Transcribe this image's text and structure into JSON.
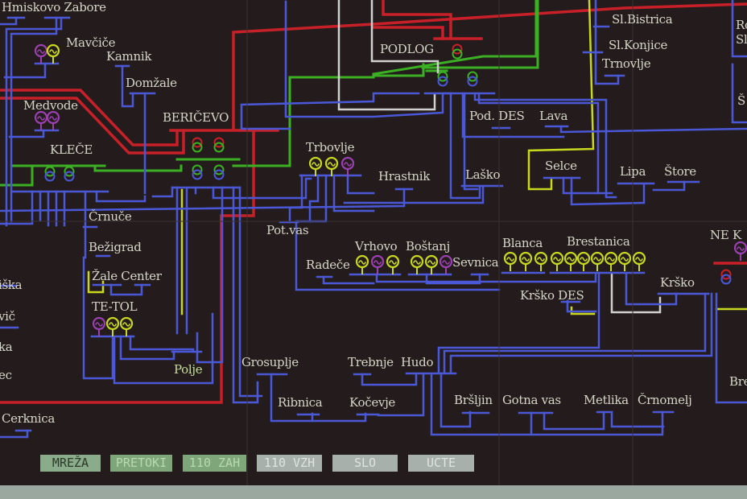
{
  "colors": {
    "background": "#241c1c",
    "line_110kv": "#4a58d8",
    "line_400kv": "#c82028",
    "line_220kv": "#3cb024",
    "generator_hydro": "#c8d820",
    "generator_thermal": "#9a40b0",
    "line_white": "#d0d0d0",
    "label": "#d6d6c8"
  },
  "stations": {
    "top_left": "Hmiskovo Zabore",
    "mavcice": "Mavčiče",
    "kamnik": "Kamnik",
    "domzale": "Domžale",
    "medvode": "Medvode",
    "berichevo": "BERIČEVO",
    "klece": "KLEČE",
    "trbovlje": "Trbovlje",
    "podlog": "PODLOG",
    "sl_bistrica": "Sl.Bistrica",
    "sl_konjice": "Sl.Konjice",
    "trnovlje": "Trnovlje",
    "pod_des": "Pod. DES",
    "lava": "Lava",
    "hrastnik": "Hrastnik",
    "lasko": "Laško",
    "selce": "Selce",
    "lipa": "Lipa",
    "store": "Štore",
    "pot_vas": "Pot.vas",
    "radece": "Radeče",
    "vrhovo": "Vrhovo",
    "bostanj": "Boštanj",
    "sevnica": "Sevnica",
    "blanca": "Blanca",
    "brestanica": "Brestanica",
    "ne_krsko": "NE K",
    "krsko": "Krško",
    "krsko_des": "Krško DES",
    "crnuce": "Črnuče",
    "bezigrad": "Bežigrad",
    "zale_center": "Žale Center",
    "te_tol": "TE-TOL",
    "polje": "Polje",
    "grosuplje": "Grosuplje",
    "trebnje": "Trebnje",
    "hudo": "Hudo",
    "ribnica": "Ribnica",
    "kocevje": "Kočevje",
    "brsljin": "Bršljin",
    "gotna_vas": "Gotna vas",
    "metlika": "Metlika",
    "crnomelj": "Črnomelj",
    "left_1": "iška",
    "left_2": "vič",
    "left_3": "ka",
    "left_4": "ec",
    "cerknica": "Cerknica",
    "right_1": "Ro",
    "right_2": "Sl",
    "right_3": "Š",
    "right_4": "Bre"
  },
  "buttons": [
    {
      "label": "MREŽA",
      "color": "#8aac8a"
    },
    {
      "label": "PRETOKI",
      "color": "#7ea67a"
    },
    {
      "label": "110 ZAH",
      "color": "#7ea67a"
    },
    {
      "label": "110 VZH",
      "color": "#a8b0ac"
    },
    {
      "label": "SLO",
      "color": "#a8b0ac"
    },
    {
      "label": "UCTE",
      "color": "#a8b0ac"
    }
  ]
}
